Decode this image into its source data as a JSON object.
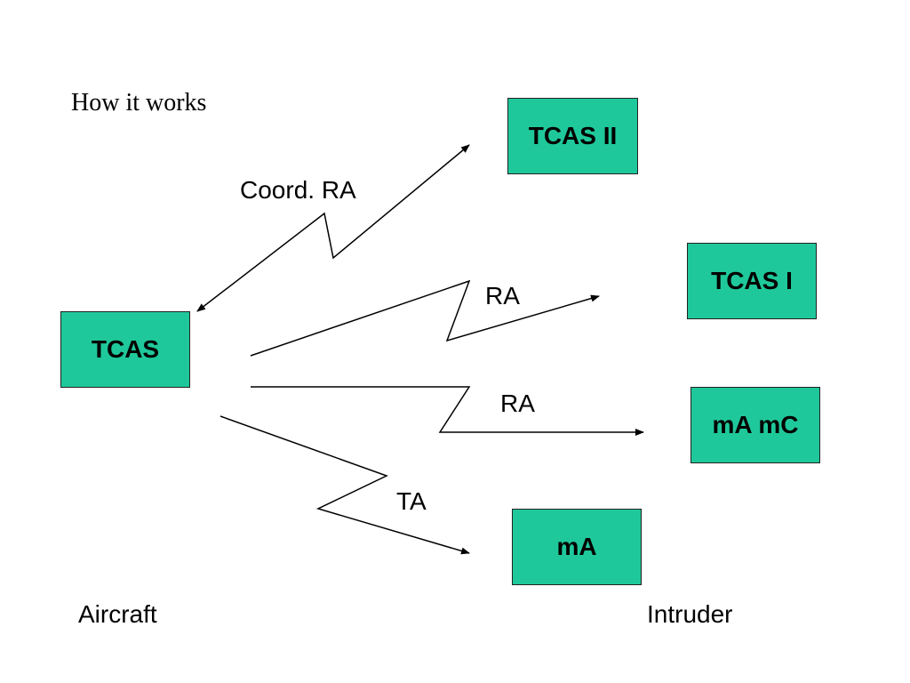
{
  "title": "How it works",
  "nodes": {
    "tcas": "TCAS",
    "tcas2": "TCAS II",
    "tcas1": "TCAS I",
    "mamc": "mA mC",
    "ma": "mA"
  },
  "links": {
    "coord_ra": "Coord. RA",
    "ra_top": "RA",
    "ra_mid": "RA",
    "ta": "TA"
  },
  "footer": {
    "aircraft": "Aircraft",
    "intruder": "Intruder"
  }
}
